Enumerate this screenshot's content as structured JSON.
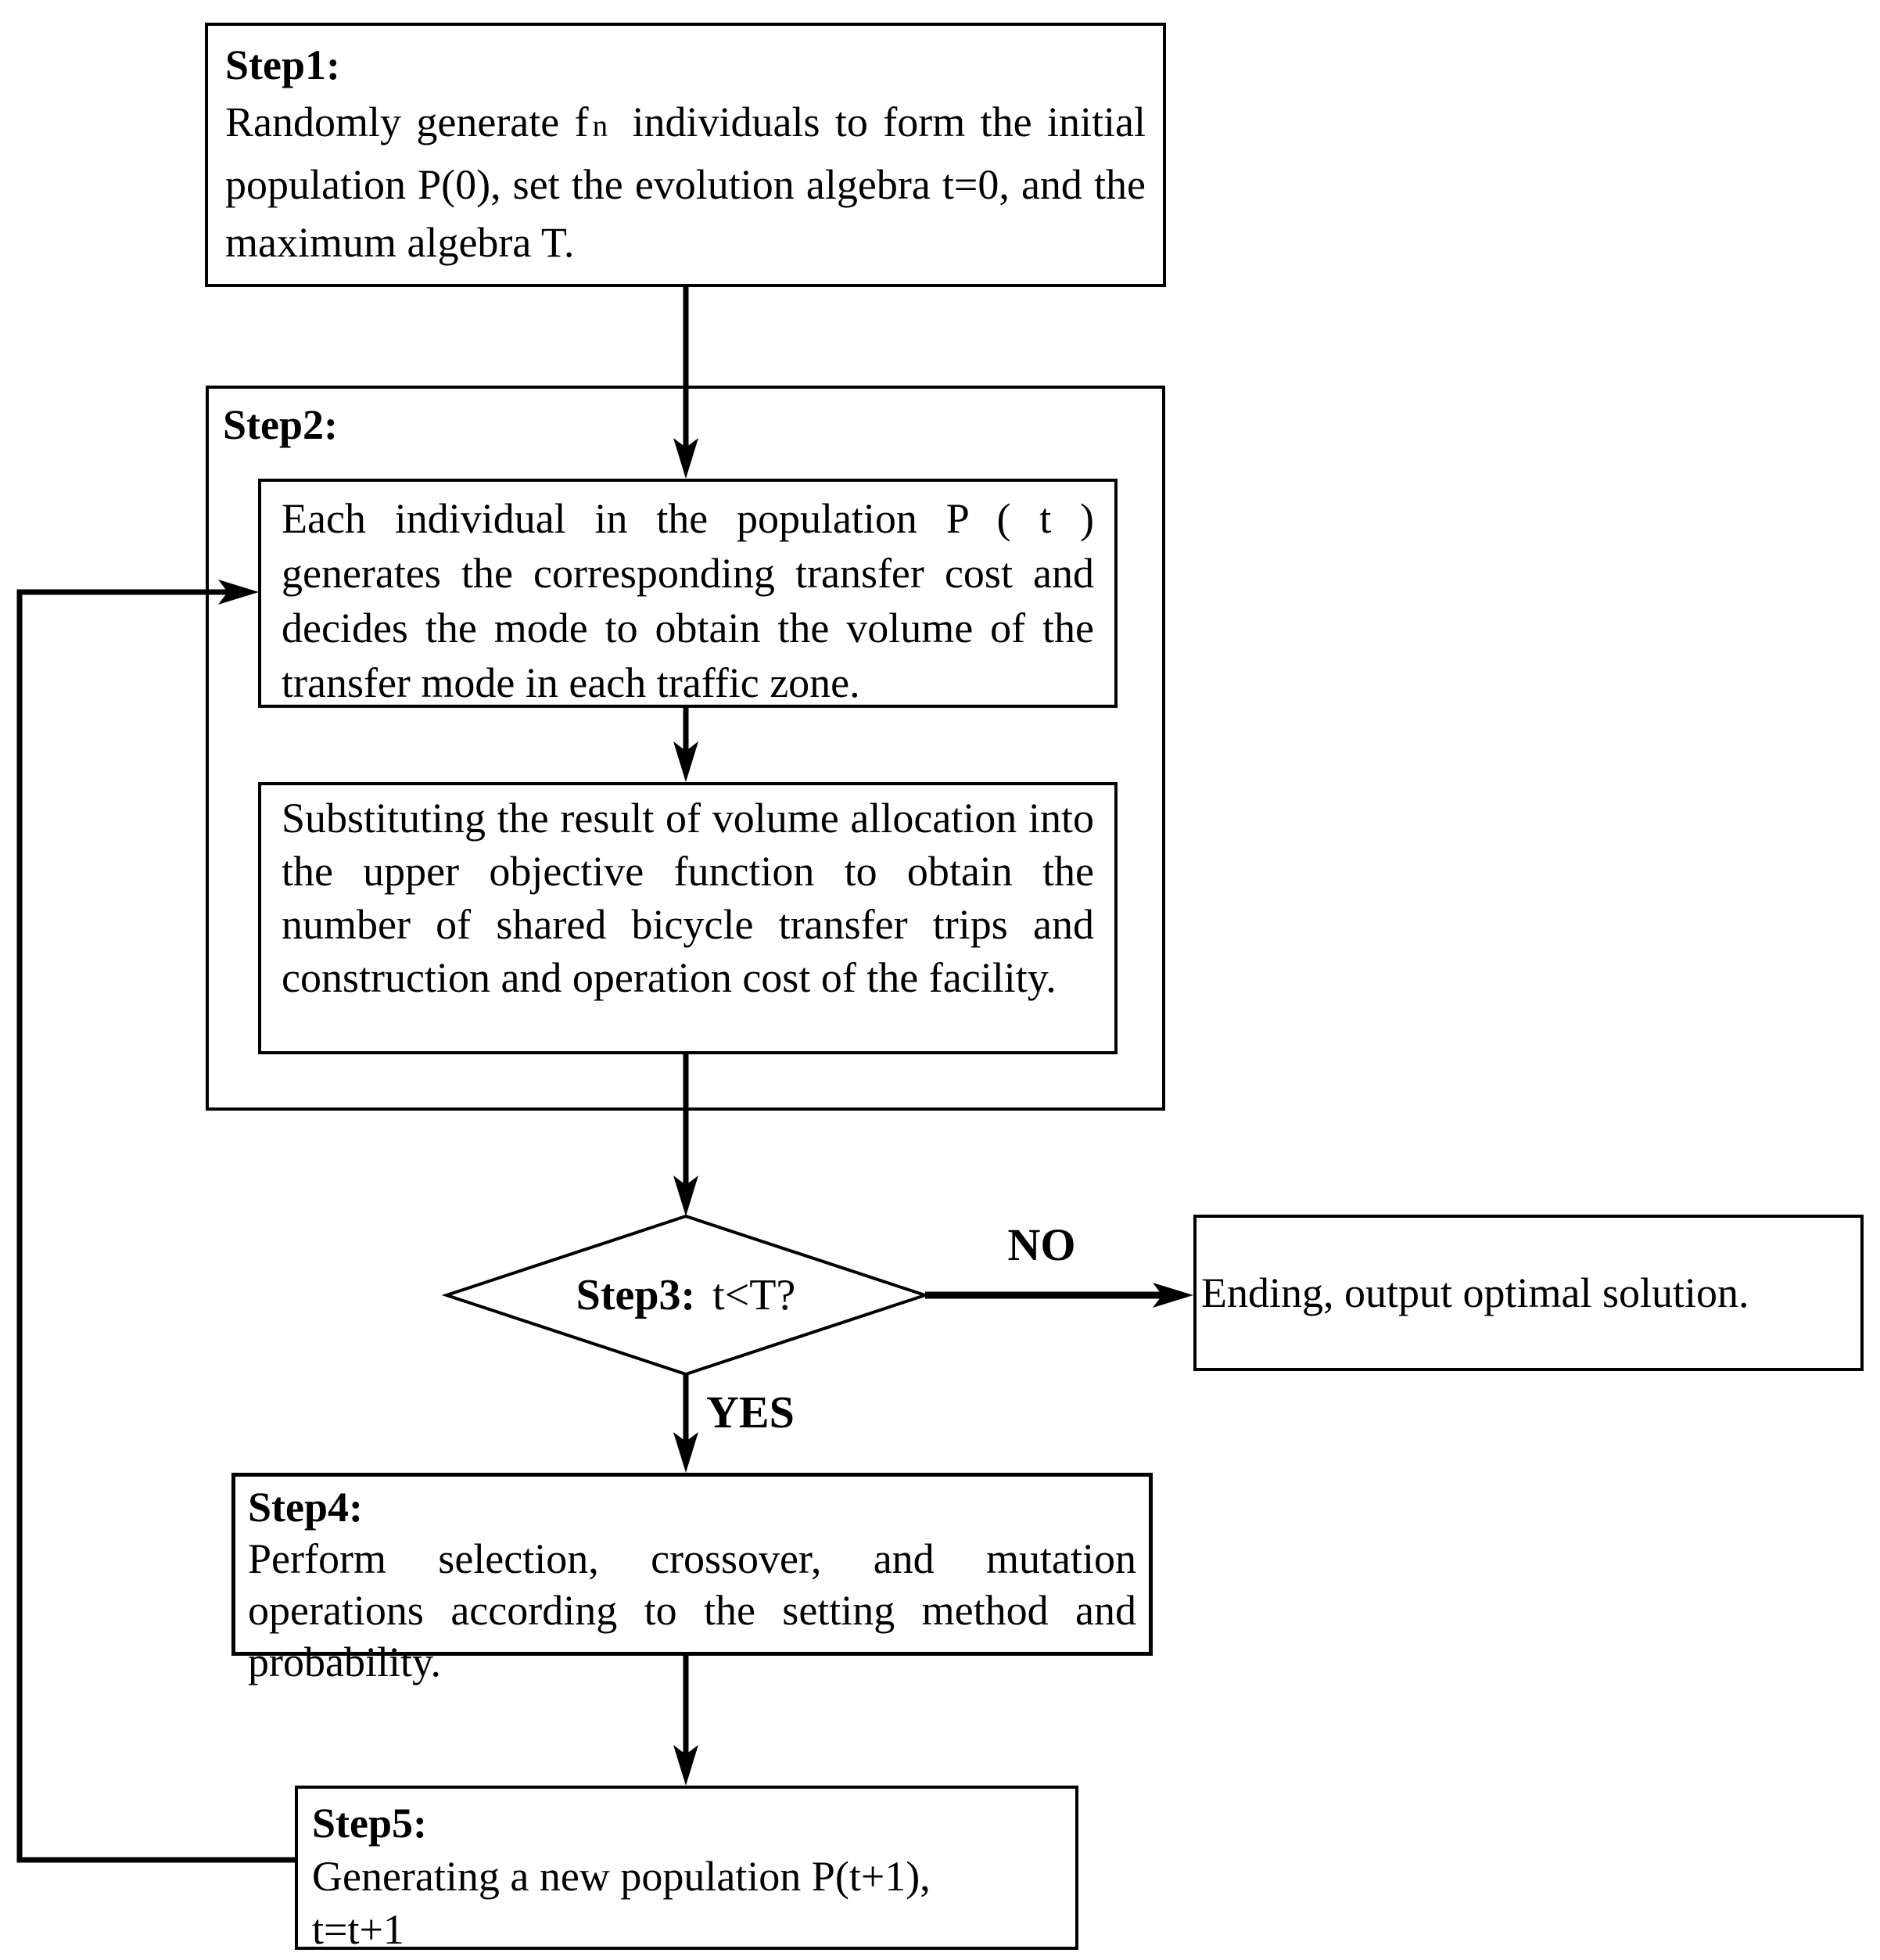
{
  "diagram": {
    "step1": {
      "title": "Step1:",
      "body_pre": "Randomly generate f",
      "body_sub": "n",
      "body_post": " individuals to form the initial population P(0), set the evolution algebra t=0, and the maximum algebra T."
    },
    "step2": {
      "title": "Step2:",
      "box1": "Each individual in the population P ( t ) generates the corresponding transfer cost and decides the mode to obtain the volume of the transfer mode in each traffic zone.",
      "box2": "Substituting the result of volume allocation into the upper objective function to obtain the number of shared bicycle transfer trips and construction and operation cost of the facility."
    },
    "step3": {
      "title": "Step3:",
      "condition": "t<T?"
    },
    "step4": {
      "title": "Step4:",
      "body": "Perform selection, crossover, and mutation operations according to the setting method and probability."
    },
    "step5": {
      "title": "Step5:",
      "line1": "Generating a new population P(t+1),",
      "line2": "t=t+1"
    },
    "end": {
      "text": "Ending, output optimal solution."
    },
    "labels": {
      "no": "NO",
      "yes": "YES"
    }
  },
  "colors": {
    "line": "#000000",
    "background": "#ffffff",
    "text": "#000000"
  }
}
